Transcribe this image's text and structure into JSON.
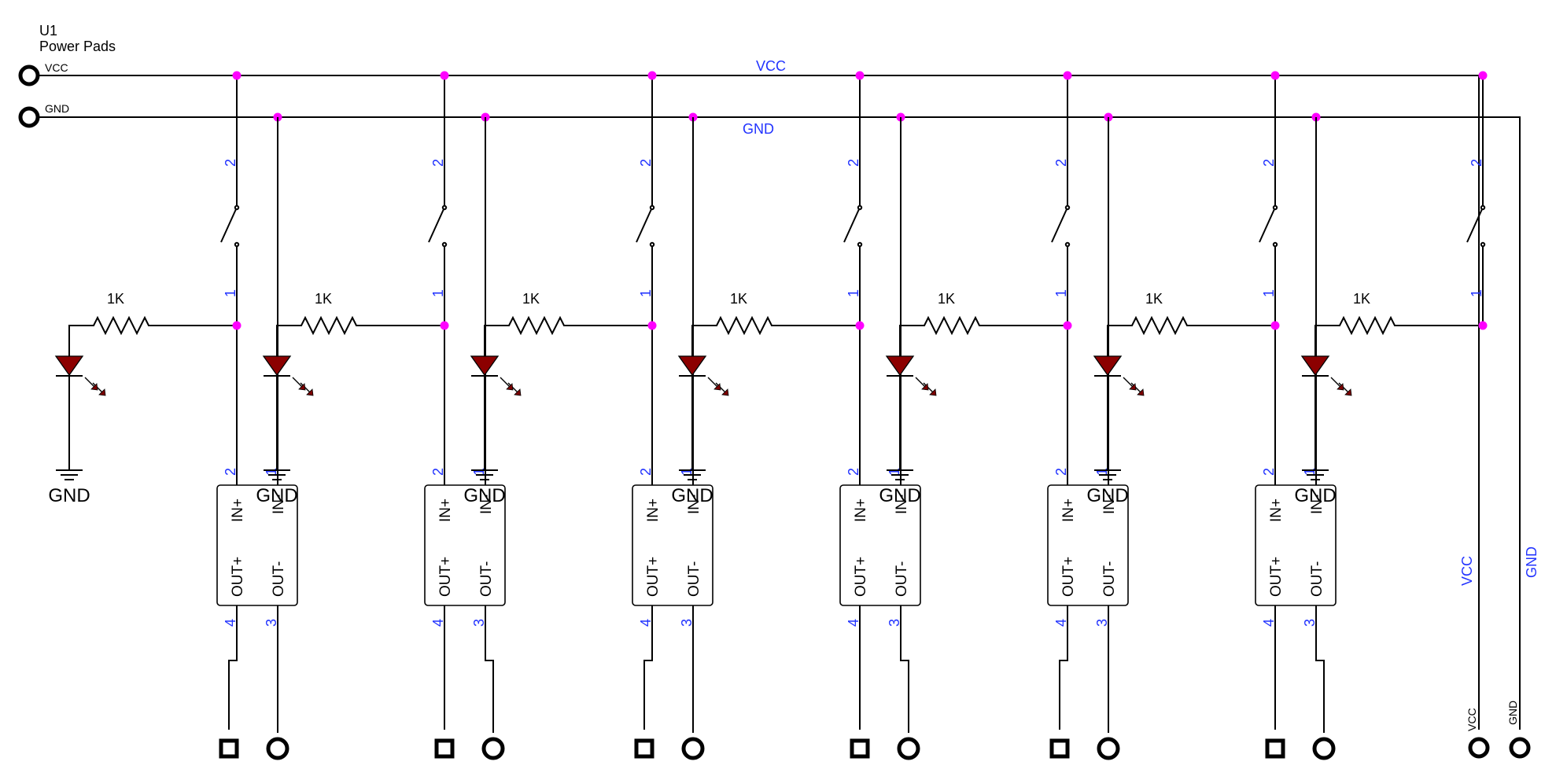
{
  "designator": "U1",
  "component_title": "Power Pads",
  "pad_labels": {
    "vcc": "VCC",
    "gnd": "GND"
  },
  "net_labels": {
    "vcc": "VCC",
    "gnd": "GND"
  },
  "resistor_value": "1K",
  "ground_symbol_label": "GND",
  "switch_pins": [
    "2",
    "1"
  ],
  "module": {
    "pins": {
      "in_plus": "2",
      "in_minus": "1",
      "out_plus": "4",
      "out_minus": "3"
    },
    "labels": {
      "in_plus": "IN+",
      "in_minus": "IN-",
      "out_plus": "OUT+",
      "out_minus": "OUT-"
    }
  },
  "channel_count": 7,
  "module_count": 6,
  "colors": {
    "junction": "#ff00ff",
    "pin_number": "#2233ff",
    "led_fill": "#8c0000",
    "wire": "#000000"
  }
}
